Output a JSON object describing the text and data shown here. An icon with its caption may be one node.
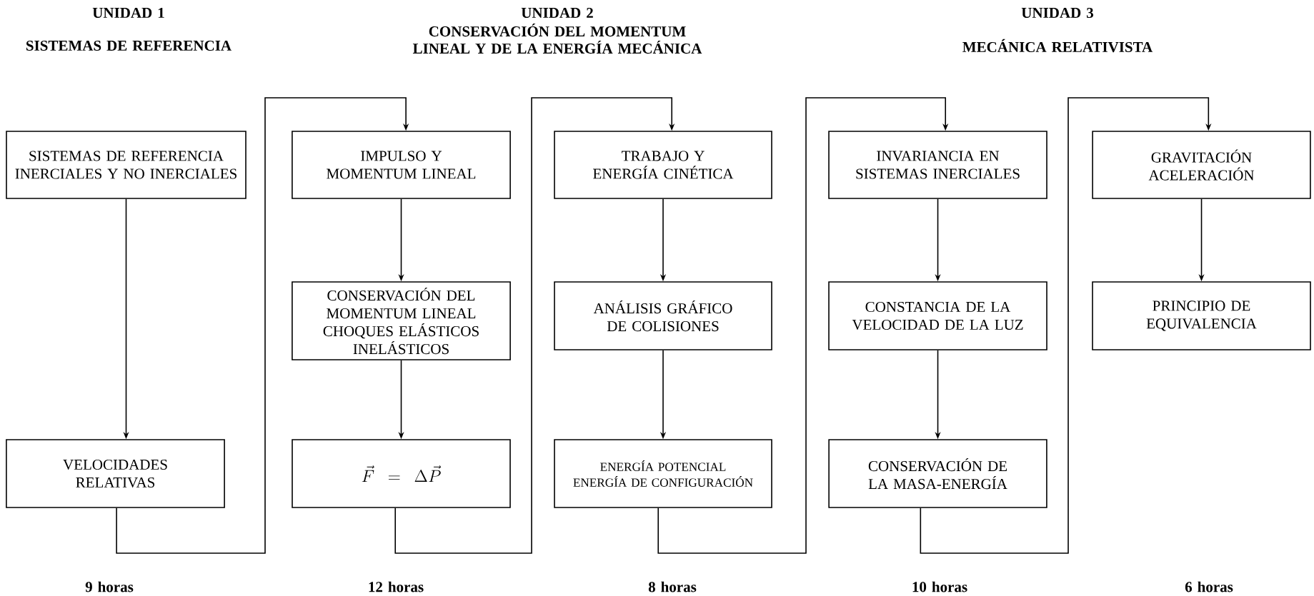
{
  "diagram": {
    "nodes": [
      {
        "text": [
          "SISTEMAS DE REFERENCIA INERCIALES Y NO INERCIALES"
        ]
      },
      {
        "text": [
          "VELOCIDADES RELATIVAS"
        ]
      },
      {
        "text": [
          "IMPULSO Y MOMENTUM LINEAL"
        ]
      },
      {
        "text": [
          "CONSERVACIÓN DEL MOMENTUM LINEAL CHOQUES ELÁSTICOS INELÁSTICOS"
        ]
      },
      {
        "text": [
          "\\vec{F} = \\Delta \\vec{P}"
        ]
      },
      {
        "text": [
          "TRABAJO Y ENERGÍA CINÉTICA"
        ]
      },
      {
        "text": [
          "ANÁLISIS GRÁFICO DE COLISIONES"
        ]
      },
      {
        "text": [
          "ENERGÍA POTENCIAL ENERGÍA DE CONFIGURACIÓN"
        ]
      },
      {
        "text": [
          "INVARIANCIA EN SISTEMAS INERCIALES"
        ]
      },
      {
        "text": [
          "CONSTANCIA DE LA VELOCIDAD DE LA LUZ"
        ]
      },
      {
        "text": [
          "CONSERVACIÓN DE LA MASA-ENERGÍA"
        ]
      },
      {
        "text": [
          "GRAVITACIÓN ACELERACIÓN"
        ]
      },
      {
        "text": [
          "PRINCIPIO DE EQUIVALENCIA"
        ]
      }
    ],
    "edges": [
      {
        "from": 0,
        "to": 1,
        "arrow": "to"
      },
      {
        "from": 1,
        "to": 2,
        "arrow": "to"
      },
      {
        "from": 2,
        "to": 3,
        "arrow": "to"
      },
      {
        "from": 3,
        "to": 4,
        "arrow": "to"
      },
      {
        "from": 4,
        "to": 5,
        "arrow": "to"
      },
      {
        "from": 5,
        "to": 6,
        "arrow": "to"
      },
      {
        "from": 6,
        "to": 7,
        "arrow": "to"
      },
      {
        "from": 7,
        "to": 8,
        "arrow": "to"
      },
      {
        "from": 8,
        "to": 9,
        "arrow": "to"
      },
      {
        "from": 9,
        "to": 10,
        "arrow": "to"
      },
      {
        "from": 10,
        "to": 11,
        "arrow": "to"
      },
      {
        "from": 11,
        "to": 12,
        "arrow": "to"
      }
    ],
    "labels": [
      "UNIDAD  1",
      "UNIDAD  2",
      "UNIDAD  3",
      "SISTEMAS DE REFERENCIA",
      "CONSERVACIÓN DEL MOMENTUM LINEAL Y DE LA ENERGÍA MECÁNICA",
      "MECÁNICA RELATIVISTA",
      "9 horas",
      "12 horas",
      "8 horas",
      "10 horas",
      "6 horas"
    ]
  }
}
